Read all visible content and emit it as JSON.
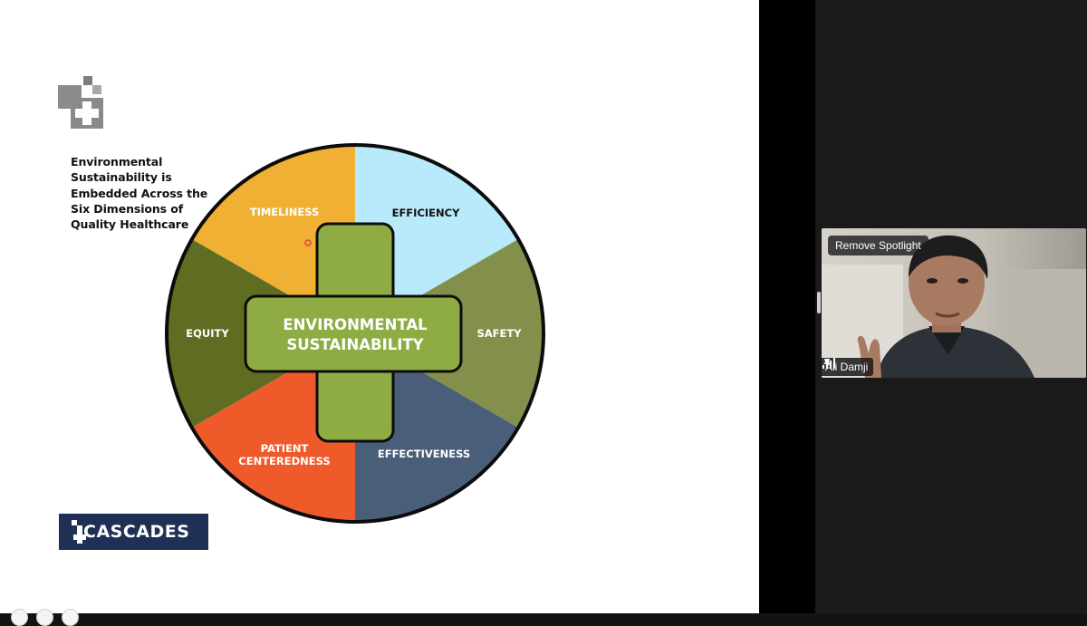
{
  "slide": {
    "headline": "Environmental\nSustainability is\nEmbedded Across the\nSix Dimensions of\nQuality Healthcare",
    "center_label_1": "ENVIRONMENTAL",
    "center_label_2": "SUSTAINABILITY",
    "segments": {
      "timeliness": "TIMELINESS",
      "efficiency": "EFFICIENCY",
      "safety": "SAFETY",
      "effectiveness": "EFFECTIVENESS",
      "patient_1": "PATIENT",
      "patient_2": "CENTEREDNESS",
      "equity": "EQUITY"
    },
    "colors": {
      "timeliness": "#efb033",
      "efficiency": "#b9eafb",
      "safety": "#83904c",
      "effectiveness": "#4a5e7a",
      "patient_centeredness": "#ef5a2b",
      "equity": "#5f6d22",
      "cross": "#8fac44"
    },
    "brand": "CASCADES",
    "brand_color": "#1f2f55"
  },
  "video": {
    "spotlight_button": "Remove Spotlight",
    "participant_name": "Ali Damji"
  },
  "icons": {
    "logo": "cascades-cross-logo",
    "signal": "signal-strength-icon",
    "pin": "pin-icon"
  }
}
